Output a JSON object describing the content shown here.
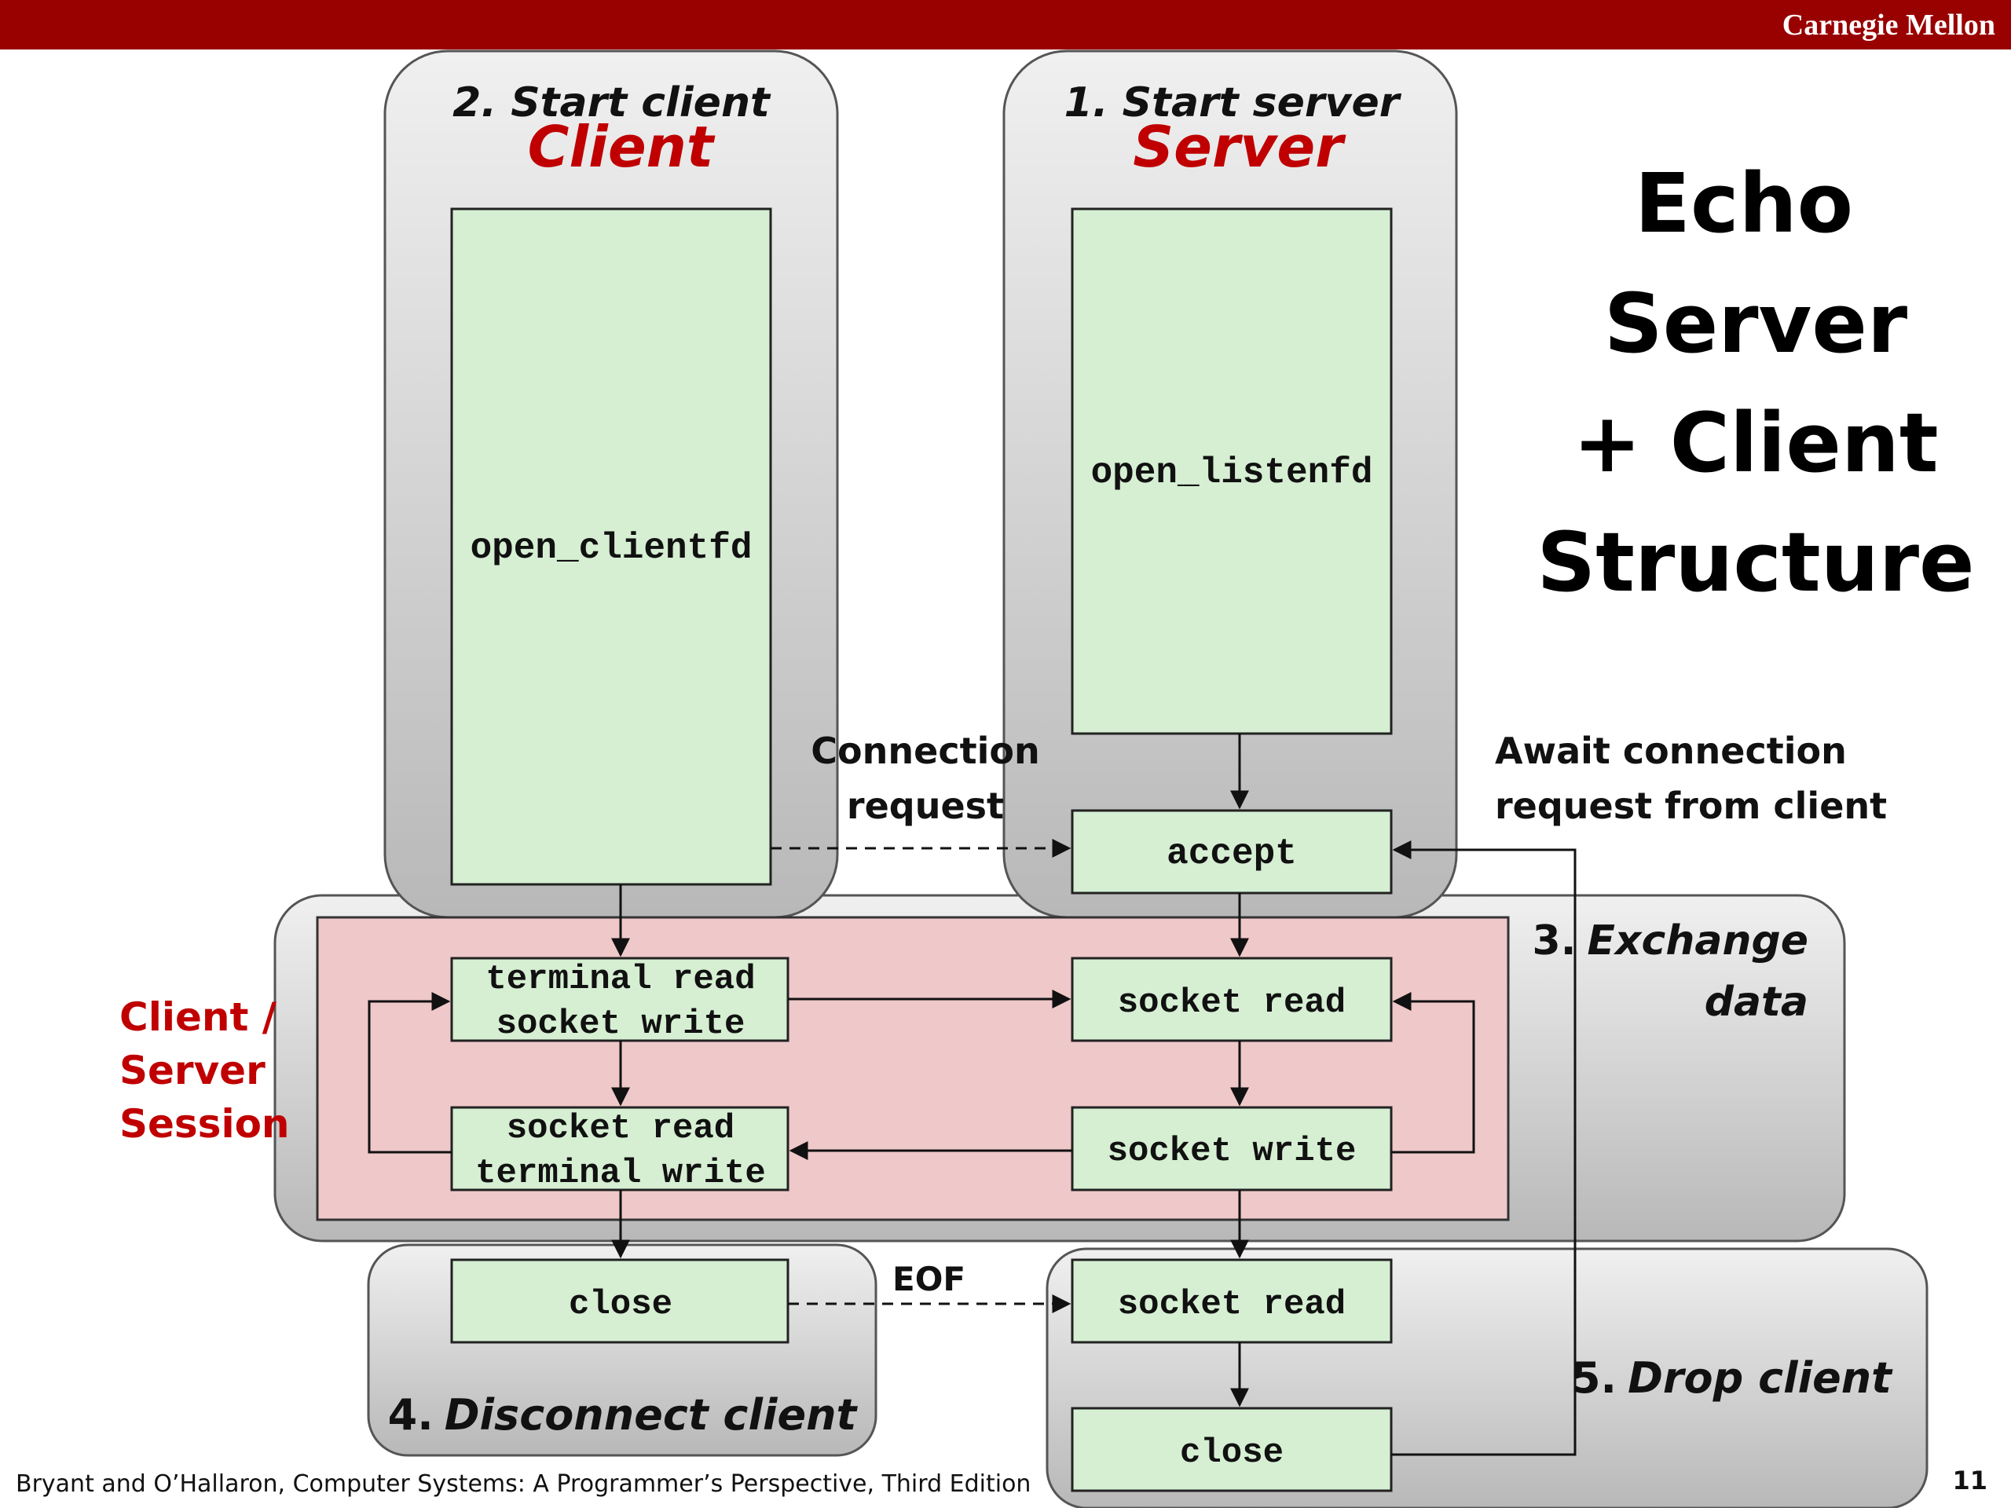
{
  "header": {
    "brand": "Carnegie Mellon"
  },
  "title_lines": [
    "Echo",
    "Server",
    "+ Client",
    "Structure"
  ],
  "client": {
    "step_label": "2. Start client",
    "name": "Client",
    "open_call": "open_clientfd"
  },
  "server": {
    "step_label": "1. Start server",
    "name": "Server",
    "open_call": "open_listenfd",
    "accept": "accept"
  },
  "connection_request": [
    "Connection",
    "request"
  ],
  "await_note": [
    "Await connection",
    "request from client"
  ],
  "exchange": {
    "label_num": "3.",
    "label_lines": [
      "Exchange",
      "data"
    ],
    "client_box1": [
      "terminal read",
      "socket write"
    ],
    "client_box2": [
      "socket read",
      "terminal write"
    ],
    "server_box1": "socket read",
    "server_box2": "socket write"
  },
  "session_label": [
    "Client /",
    "Server",
    "Session"
  ],
  "disconnect": {
    "close": "close",
    "label_num": "4.",
    "label_text": "Disconnect client"
  },
  "eof": "EOF",
  "drop": {
    "socket_read": "socket read",
    "close": "close",
    "label_num": "5.",
    "label_text": "Drop client"
  },
  "footer": {
    "citation": "Bryant and O’Hallaron, Computer Systems: A Programmer’s Perspective, Third Edition",
    "page": "11"
  },
  "colors": {
    "brand_red": "#990000",
    "title_red": "#c00000",
    "box_green": "#d6efd3",
    "session_pink": "#efc8c9",
    "panel_gray": "#d9d9d9"
  }
}
